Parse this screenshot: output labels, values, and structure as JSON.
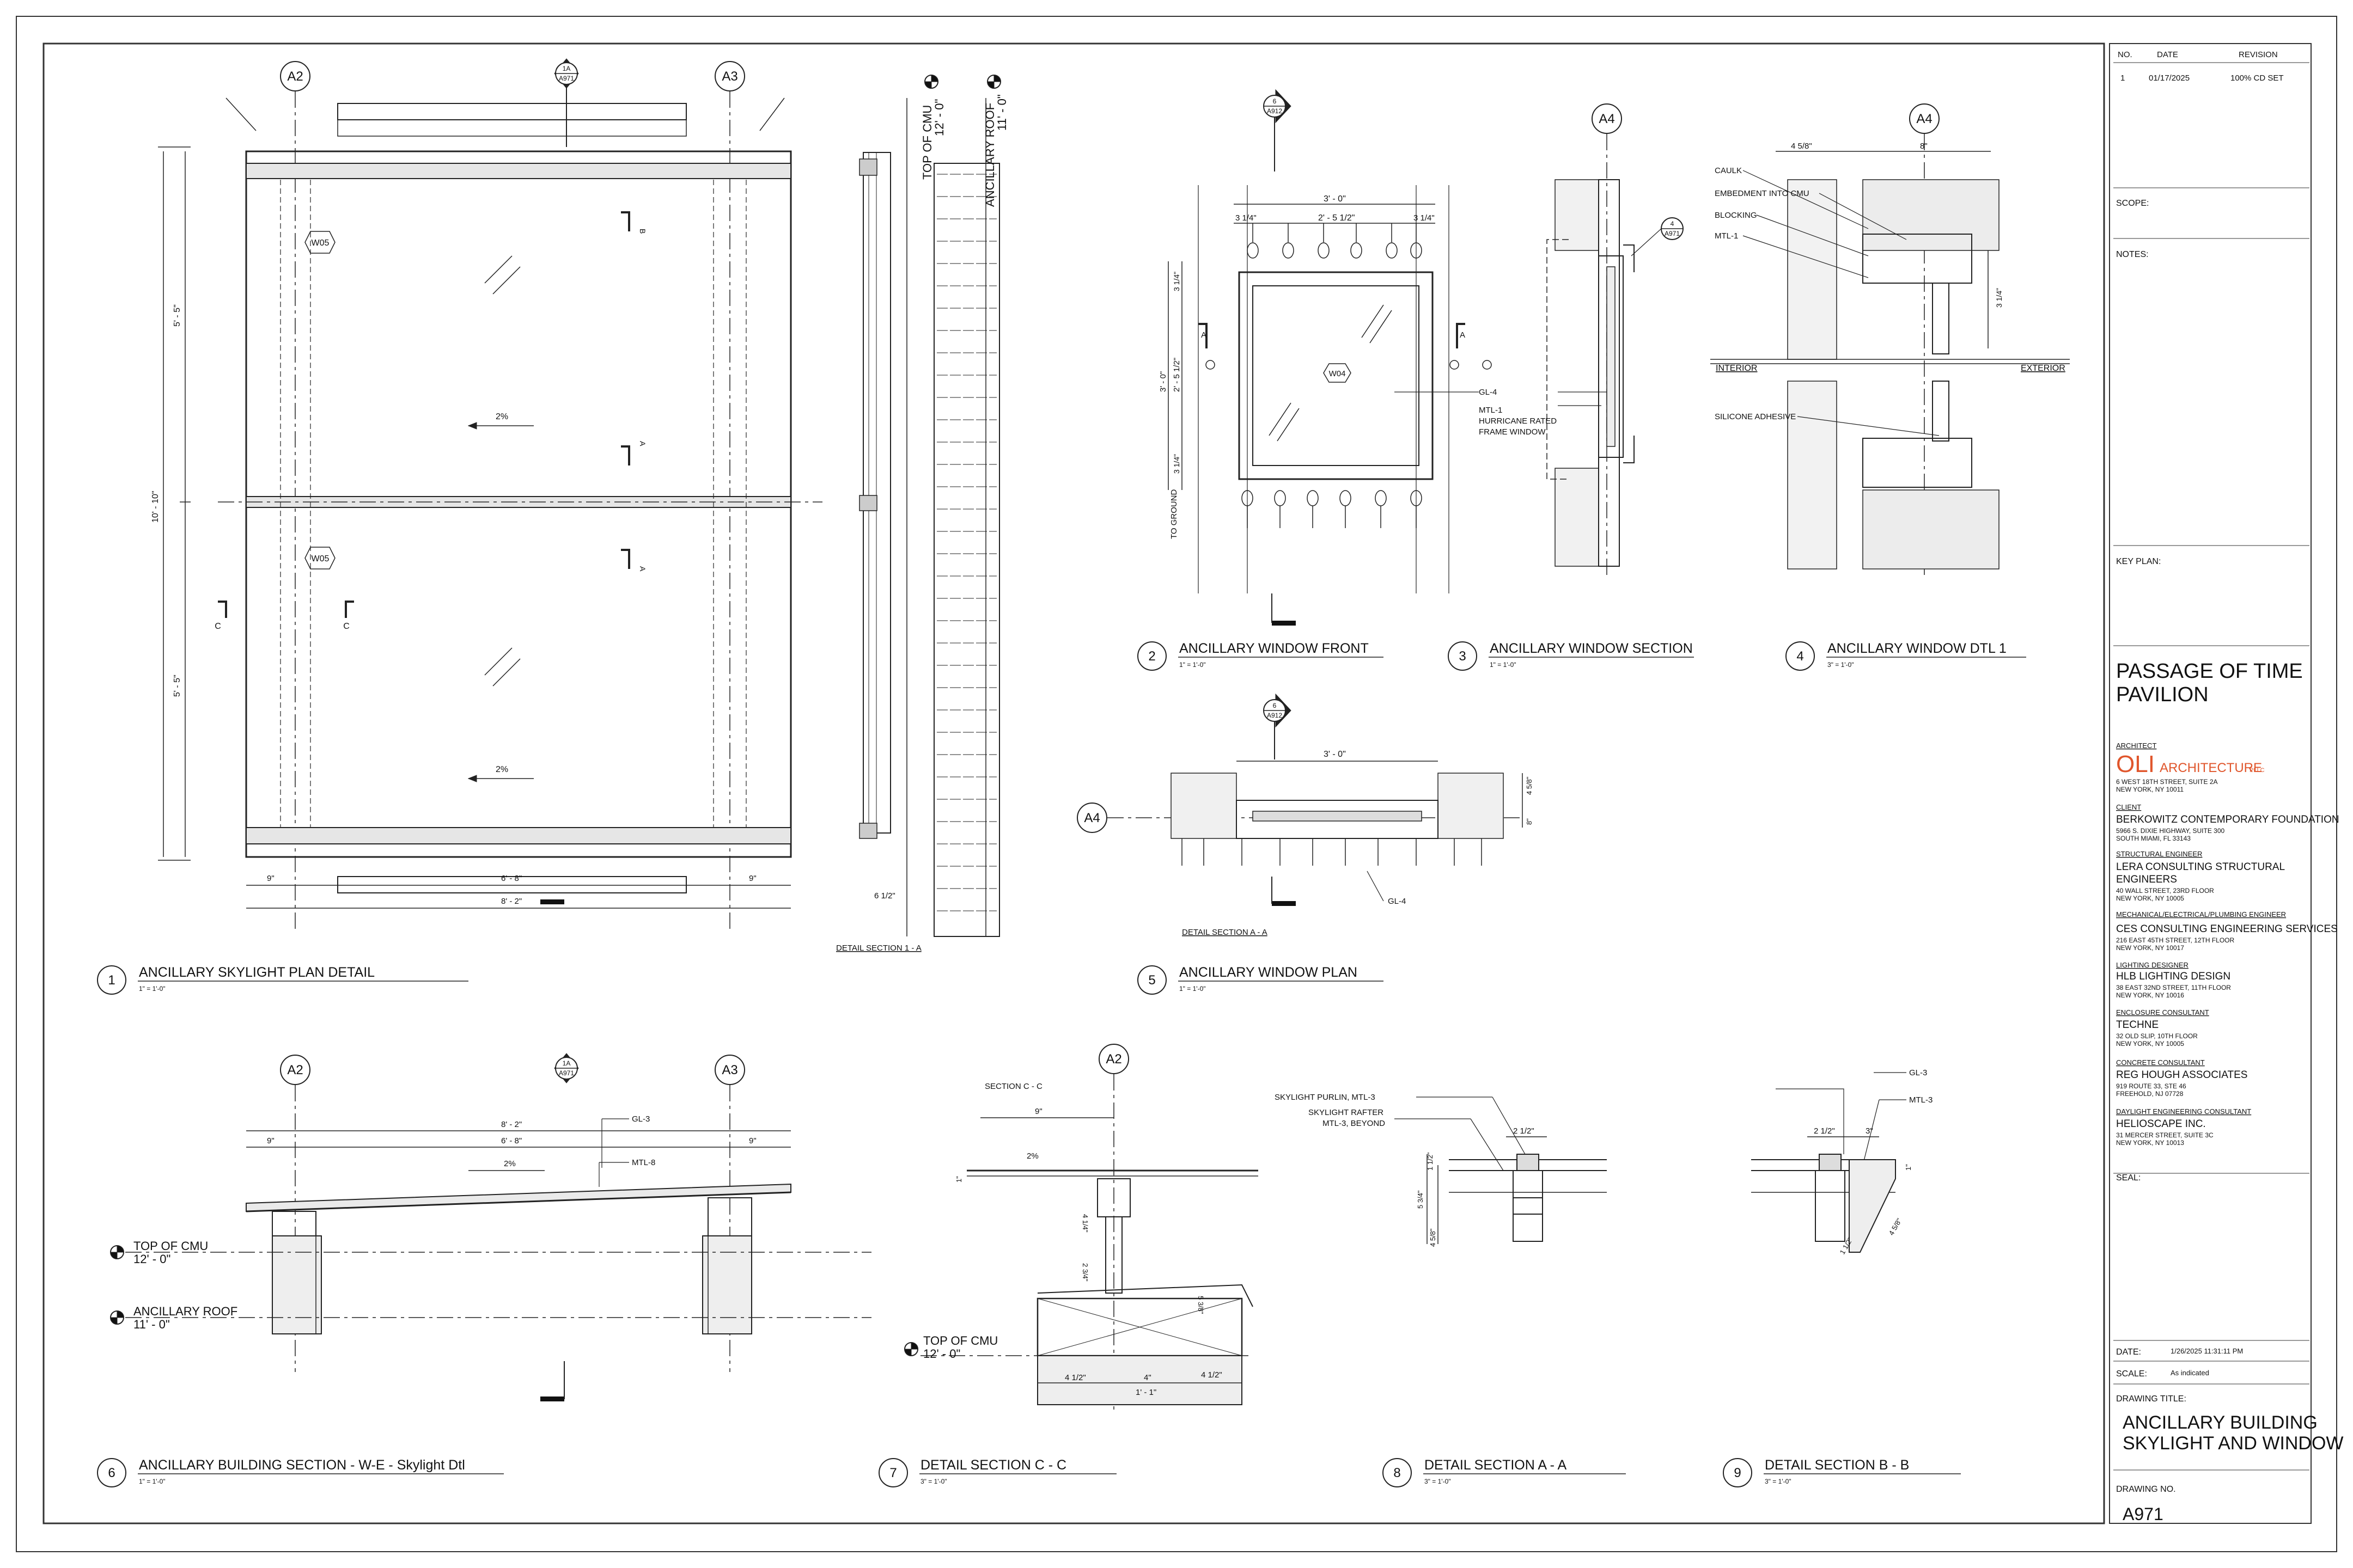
{
  "revisions": {
    "headers": [
      "NO.",
      "DATE",
      "REVISION"
    ],
    "rows": [
      [
        "1",
        "01/17/2025",
        "100% CD SET"
      ]
    ]
  },
  "titleblock": {
    "scope_label": "SCOPE:",
    "notes_label": "NOTES:",
    "key_plan_label": "KEY PLAN:",
    "project_line1": "PASSAGE OF TIME",
    "project_line2": "PAVILION",
    "seal_label": "SEAL:",
    "date_label": "DATE:",
    "date_value": "1/26/2025 11:31:11 PM",
    "scale_label": "SCALE:",
    "scale_value": "As indicated",
    "drawing_title_label": "DRAWING TITLE:",
    "drawing_title_line1": "ANCILLARY BUILDING",
    "drawing_title_line2": "SKYLIGHT AND WINDOW",
    "drawing_no_label": "DRAWING NO.",
    "drawing_no": "A971"
  },
  "team": {
    "architect_role": "ARCHITECT",
    "architect_logo": "OLI",
    "architect_name": "ARCHITECTURE",
    "architect_suffix": "PLLC",
    "architect_addr1": "6 WEST 18TH STREET, SUITE 2A",
    "architect_addr2": "NEW YORK, NY 10011",
    "client_role": "CLIENT",
    "client_name": "BERKOWITZ CONTEMPORARY FOUNDATION",
    "client_addr1": "5966 S. DIXIE HIGHWAY, SUITE 300",
    "client_addr2": "SOUTH MIAMI, FL 33143",
    "struct_role": "STRUCTURAL ENGINEER",
    "struct_name1": "LERA CONSULTING STRUCTURAL",
    "struct_name2": "ENGINEERS",
    "struct_addr1": "40 WALL STREET, 23RD FLOOR",
    "struct_addr2": "NEW YORK, NY 10005",
    "mep_role": "MECHANICAL/ELECTRICAL/PLUMBING ENGINEER",
    "mep_name": "CES CONSULTING ENGINEERING SERVICES",
    "mep_addr1": "216 EAST 45TH STREET, 12TH FLOOR",
    "mep_addr2": "NEW YORK, NY 10017",
    "light_role": "LIGHTING DESIGNER",
    "light_name": "HLB LIGHTING DESIGN",
    "light_addr1": "38 EAST 32ND STREET, 11TH FLOOR",
    "light_addr2": "NEW YORK, NY 10016",
    "enc_role": "ENCLOSURE CONSULTANT",
    "enc_name": "TECHNE",
    "enc_addr1": "32 OLD SLIP, 10TH FLOOR",
    "enc_addr2": "NEW YORK, NY 10005",
    "conc_role": "CONCRETE CONSULTANT",
    "conc_name": "REG HOUGH ASSOCIATES",
    "conc_addr1": "919 ROUTE 33, STE 46",
    "conc_addr2": "FREEHOLD, NJ 07728",
    "day_role": "DAYLIGHT ENGINEERING CONSULTANT",
    "day_name": "HELIOSCAPE INC.",
    "day_addr1": "31 MERCER STREET, SUITE 3C",
    "day_addr2": "NEW YORK, NY 10013"
  },
  "details": {
    "d1": {
      "num": "1",
      "title": "ANCILLARY SKYLIGHT PLAN DETAIL",
      "scale": "1\" = 1'-0\""
    },
    "d2": {
      "num": "2",
      "title": "ANCILLARY WINDOW FRONT",
      "scale": "1\" = 1'-0\""
    },
    "d3": {
      "num": "3",
      "title": "ANCILLARY WINDOW SECTION",
      "scale": "1\" = 1'-0\""
    },
    "d4": {
      "num": "4",
      "title": "ANCILLARY WINDOW DTL 1",
      "scale": "3\" = 1'-0\""
    },
    "d5": {
      "num": "5",
      "title": "ANCILLARY WINDOW PLAN",
      "scale": "1\" = 1'-0\""
    },
    "d6": {
      "num": "6",
      "title": "ANCILLARY BUILDING SECTION - W-E - Skylight Dtl",
      "scale": "1\" = 1'-0\""
    },
    "d7": {
      "num": "7",
      "title": "DETAIL SECTION C - C",
      "scale": "3\" = 1'-0\""
    },
    "d8": {
      "num": "8",
      "title": "DETAIL SECTION A - A",
      "scale": "3\" = 1'-0\""
    },
    "d9": {
      "num": "9",
      "title": "DETAIL SECTION B - B",
      "scale": "3\" = 1'-0\""
    }
  },
  "labels": {
    "grid_a2": "A2",
    "grid_a3": "A3",
    "grid_a4": "A4",
    "tag_1a": "1A",
    "tag_6": "6",
    "tag_4": "4",
    "sheet_ref": "A971",
    "sheet_ref2": "A912",
    "w05": "W05",
    "w04": "W04",
    "slope": "2%",
    "dim_5_5": "5' - 5\"",
    "dim_10_10": "10' - 10\"",
    "dim_9": "9\"",
    "dim_6_8": "6' - 8\"",
    "dim_8_2": "8' - 2\"",
    "dim_3_0": "3' - 0\"",
    "dim_2_5h": "2' - 5 1/2\"",
    "dim_3_14": "3 1/4\"",
    "dim_4_58": "4 5/8\"",
    "dim_8": "8\"",
    "dim_2_12": "2 1/2\"",
    "dim_3": "3\"",
    "dim_1_1": "1' - 1\"",
    "dim_4_12": "4 1/2\"",
    "dim_4": "4\"",
    "dim_5_34": "5 3/4\"",
    "dim_1_12": "1 1/2\"",
    "dim_4_14": "4 1/4\"",
    "dim_2_34": "2 3/4\"",
    "dim_5_38": "5 3/8\"",
    "dim_1": "1\"",
    "dim_6_12": "6 1/2\"",
    "top_cmu": "TOP OF CMU",
    "top_cmu_el": "12' - 0\"",
    "anc_roof": "ANCILLARY ROOF",
    "anc_roof_el": "11' - 0\"",
    "to_ground": "TO GROUND",
    "sec_a": "A",
    "sec_b": "B",
    "sec_c": "C",
    "gl4": "GL-4",
    "gl3": "GL-3",
    "mtl1": "MTL-1",
    "mtl3": "MTL-3",
    "mtl8": "MTL-8",
    "hurricane1": "HURRICANE RATED",
    "hurricane2": "FRAME WINDOW",
    "caulk": "CAULK",
    "embed": "EMBEDMENT INTO CMU",
    "blocking": "BLOCKING",
    "interior": "INTERIOR",
    "exterior": "EXTERIOR",
    "silicone": "SILICONE ADHESIVE",
    "detail_sec_1a": "DETAIL SECTION 1 - A",
    "detail_sec_aa": "DETAIL SECTION A - A",
    "section_cc": "SECTION C - C",
    "purlin": "SKYLIGHT PURLIN, MTL-3",
    "rafter1": "SKYLIGHT RAFTER",
    "rafter2": "MTL-3, BEYOND"
  }
}
